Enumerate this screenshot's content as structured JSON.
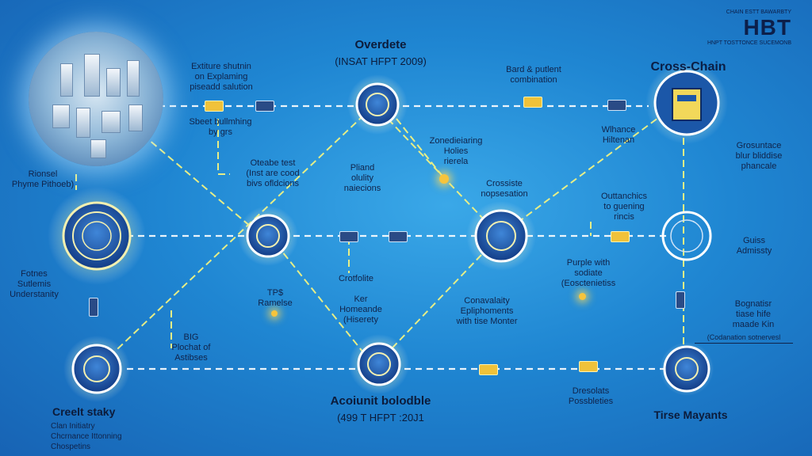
{
  "logo": {
    "mark": "HBT",
    "tag_top": "CHAIN ESTT BAWARBTY",
    "tag_bottom": "HNPT TOSTTONCE SUCEMONB"
  },
  "titles": {
    "top": "Overdete",
    "top_sub": "(INSAT HFPT 2009)",
    "bottom": "Acoiunit bolodble",
    "bottom_sub": "(499 T HFPT :20J1",
    "cross_chain": "Cross-Chain",
    "credit": "Creelt staky",
    "right_bottom": "Tirse Mayants"
  },
  "labels": {
    "city_top": "Extiture shutnin\non Explaming\npiseadd salution",
    "city_under": "Sbeet bullmhing\nby grs",
    "bard": "Bard & putlent\ncombination",
    "wihance": "Wlhance\nHiltenan",
    "grosuntace": "Grosuntace\nblur bliddise\nphancale",
    "zonedr": "Zonedieiaring\nHolies\nrierela",
    "opsabe": "Oteabe test\n(Inst are cood\nbivs ofldcions",
    "pliand": "Pliand\nolulity\nnaiecions",
    "crossiste": "Crossiste\nnopsesation",
    "outtanchics": "Outtanchics\nto guening\nrincis",
    "rionsel": "Rionsel\nPhyme Pithoeb)",
    "fotnes": "Fotnes\nSutlemis\nUnderstanity",
    "crolaile": "Crotfolite",
    "pisg": "TP$ \nRamelse",
    "ker": "Ker\nHomeande\n(Hiserety",
    "conavaity": "Conavalaity\nEpliphoments\nwith tise Monter",
    "purple": "Purple with\nsodiate\n(Eosctenietiss",
    "guisos": "Guiss\nAdmissty",
    "bognatsr": "Bognatisr\ntiase hife\nmaade Kin",
    "codanation": "(Codanation sotnervesl",
    "big": "BIG\nPlochat of\nAstibses",
    "credit_sub": "Clan Initiatry\nChcrnance Ittonning\nChospetins",
    "dresolats": "Dresolats\nPossbleties"
  },
  "colors": {
    "wire": "#f4f08a",
    "dash": "#ffffff",
    "node_ring": "#f3f0b0",
    "node_core": "#1d4f9e"
  }
}
